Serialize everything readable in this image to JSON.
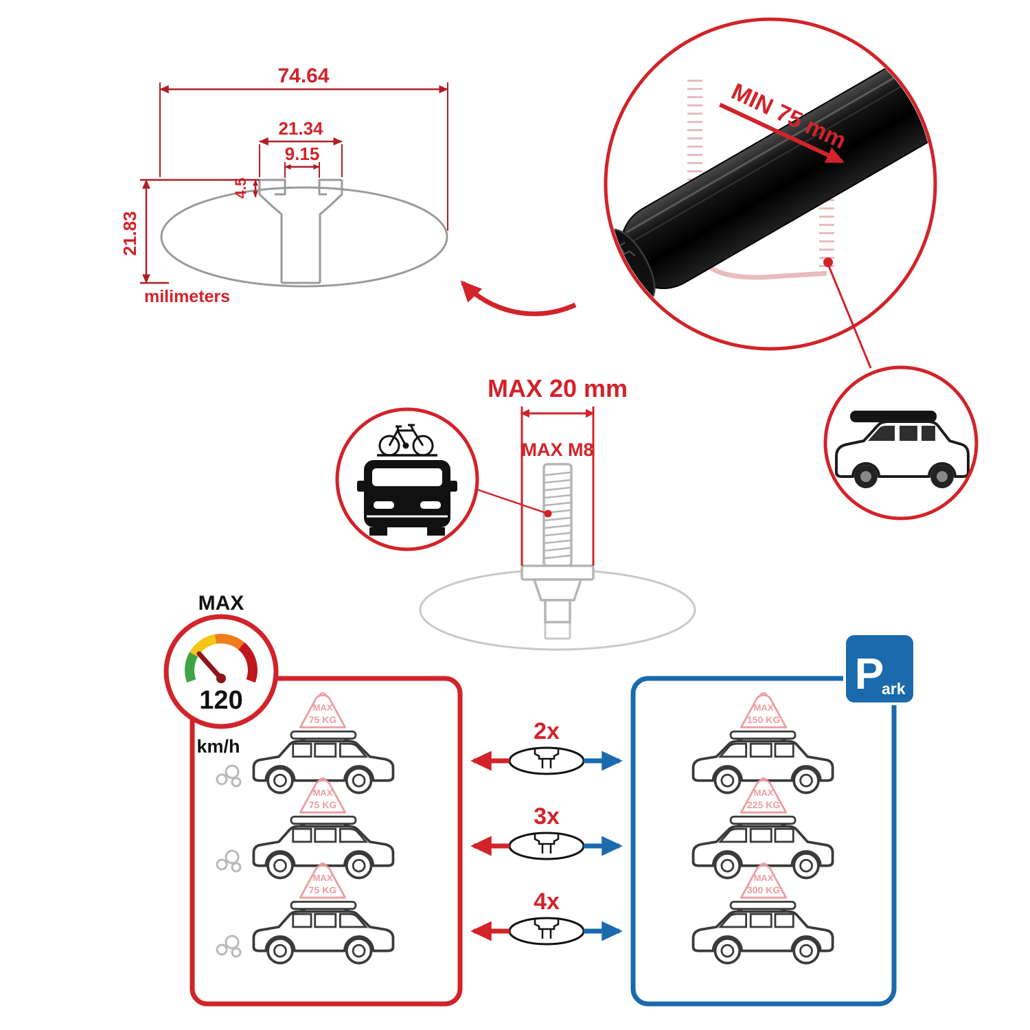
{
  "cross_section_drawing": {
    "dim_total_width_mm": "74.64",
    "dim_channel_width_mm": "21.34",
    "dim_slot_width_mm": "9.15",
    "dim_lip_height_mm": "4.5",
    "dim_total_height_mm": "21.83",
    "unit_label": "milimeters"
  },
  "bar_detail": {
    "min_span_label": "MIN 75 mm"
  },
  "tbolt_detail": {
    "max_width_label": "MAX 20 mm",
    "max_thread_label": "MAX M8"
  },
  "speed_badge": {
    "title": "MAX",
    "value": "120",
    "unit": "km/h"
  },
  "park_sign": {
    "letter": "P",
    "suffix": "ark"
  },
  "capacity_rows": [
    {
      "bar_count": "2x",
      "driving": {
        "label": "MAX",
        "load": "75 KG"
      },
      "parked": {
        "label": "MAX",
        "load": "150 KG"
      }
    },
    {
      "bar_count": "3x",
      "driving": {
        "label": "MAX",
        "load": "75 KG"
      },
      "parked": {
        "label": "MAX",
        "load": "225 KG"
      }
    },
    {
      "bar_count": "4x",
      "driving": {
        "label": "MAX",
        "load": "75 KG"
      },
      "parked": {
        "label": "MAX",
        "load": "300 KG"
      }
    }
  ],
  "colors": {
    "accent_red": "#d2232a",
    "dim_red": "#b01e23",
    "accent_blue": "#1a6aad",
    "soft_pink": "#ec9da1",
    "sketch_gray": "#9a9a9a",
    "bolt_gray": "#b5b5b5",
    "bar_black": "#111111"
  }
}
